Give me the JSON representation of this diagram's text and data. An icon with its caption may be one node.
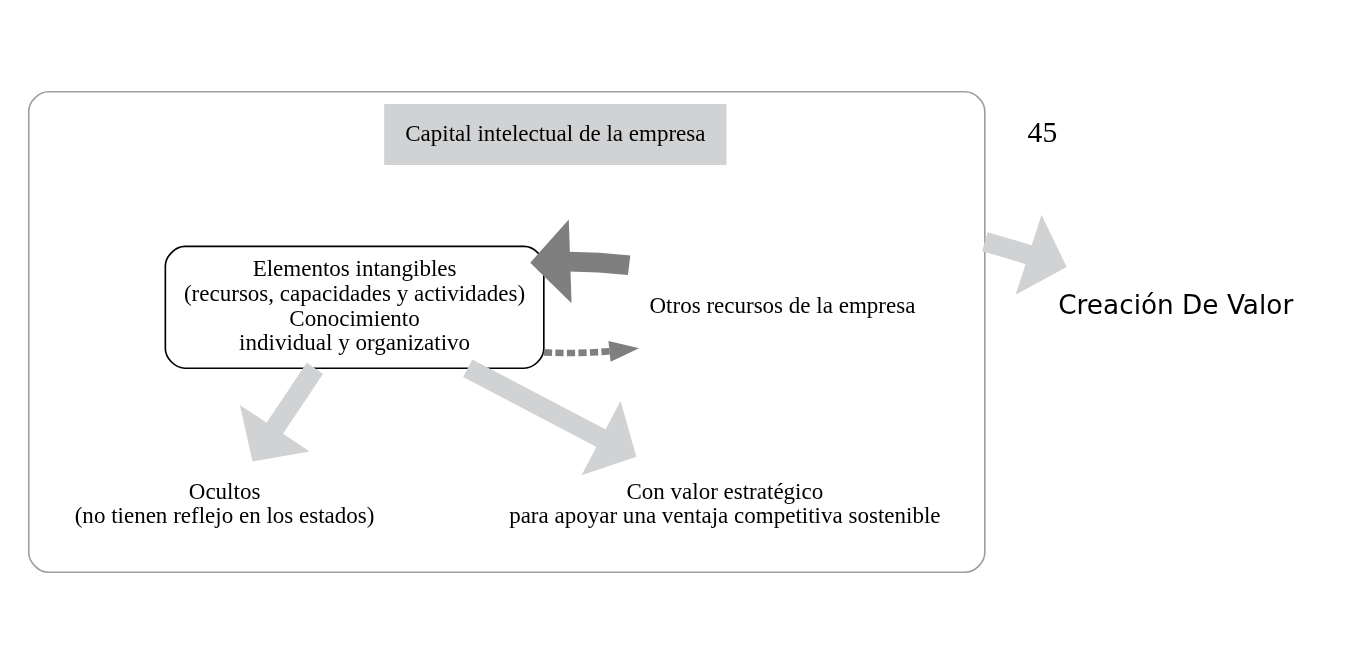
{
  "diagram": {
    "nodes": [
      {
        "text": [],
        "shape": "box"
      },
      {
        "text": [
          "Capital intelectual de la empresa"
        ],
        "in": 0
      },
      {
        "text": [
          "Elementos intangibles",
          "(recursos, capacidades y actividades)",
          "Conocimiento",
          "individual y organizativo"
        ],
        "in": 0
      },
      {
        "text": [
          "Otros recursos de la empresa"
        ],
        "in": 0
      },
      {
        "text": [
          "Ocultos",
          "(no tienen reflejo en los estados)"
        ],
        "in": 0
      },
      {
        "text": [
          "Con valor estratégico",
          "para apoyar una ventaja competitiva sostenible"
        ],
        "in": 0
      },
      {
        "text": [
          "Creación De Valor"
        ]
      }
    ],
    "edges": [
      {
        "from": 2,
        "to": 3,
        "arrow": "to",
        "style": "dashed",
        "color": "#7f7f7f"
      },
      {
        "from": 3,
        "to": 2,
        "arrow": "to",
        "color": "#7f7f7f"
      },
      {
        "from": 2,
        "to": 4,
        "arrow": "to"
      },
      {
        "from": 2,
        "to": 5,
        "arrow": "to"
      },
      {
        "from": 0,
        "to": 6,
        "arrow": "to"
      }
    ],
    "labels": [
      "45"
    ]
  }
}
